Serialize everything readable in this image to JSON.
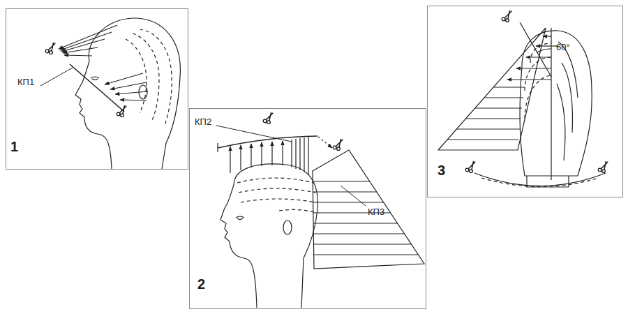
{
  "diagram": {
    "nodes": [
      {
        "text": [
          "КП1",
          "1"
        ]
      },
      {
        "text": [
          "КП2",
          "КП3",
          "2"
        ]
      },
      {
        "text": [
          "60°",
          "3"
        ]
      }
    ]
  }
}
